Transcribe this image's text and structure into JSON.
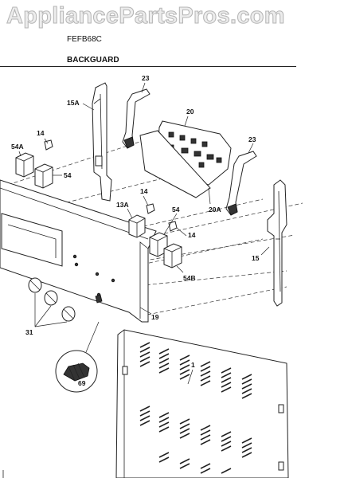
{
  "header": {
    "watermark": "AppliancePartsPros.com",
    "model": "FEFB68C",
    "section": "BACKGUARD"
  },
  "callouts": {
    "p23_left": "23",
    "p15A": "15A",
    "p20": "20",
    "p14_top": "14",
    "p54A": "54A",
    "p54_left": "54",
    "p23_right": "23",
    "p14_mid": "14",
    "p13A": "13A",
    "p54_mid": "54",
    "p14_right": "14",
    "p20A": "20A",
    "p15": "15",
    "p54B": "54B",
    "p19": "19",
    "p31": "31",
    "p69": "69",
    "p1": "1"
  }
}
